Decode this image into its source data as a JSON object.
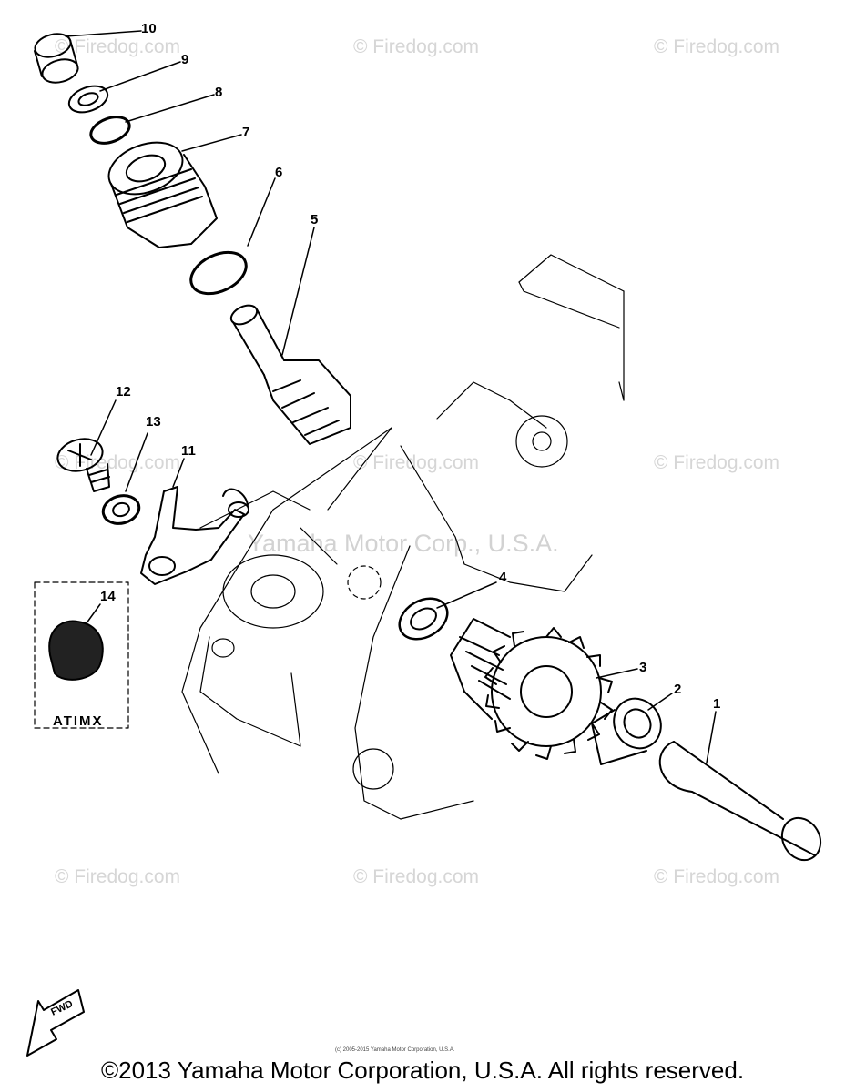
{
  "callouts": [
    "1",
    "2",
    "3",
    "4",
    "5",
    "6",
    "7",
    "8",
    "9",
    "10",
    "11",
    "12",
    "13",
    "14"
  ],
  "inset_label": "ATIMX",
  "watermark": "© Firedog.com",
  "center_watermark": "Yamaha Motor Corp., U.S.A.",
  "fwd_label": "FWD",
  "fine_print": "(c) 2005-2015 Yamaha Motor Corporation, U.S.A.",
  "copyright": "©2013 Yamaha Motor Corporation, U.S.A. All rights reserved."
}
